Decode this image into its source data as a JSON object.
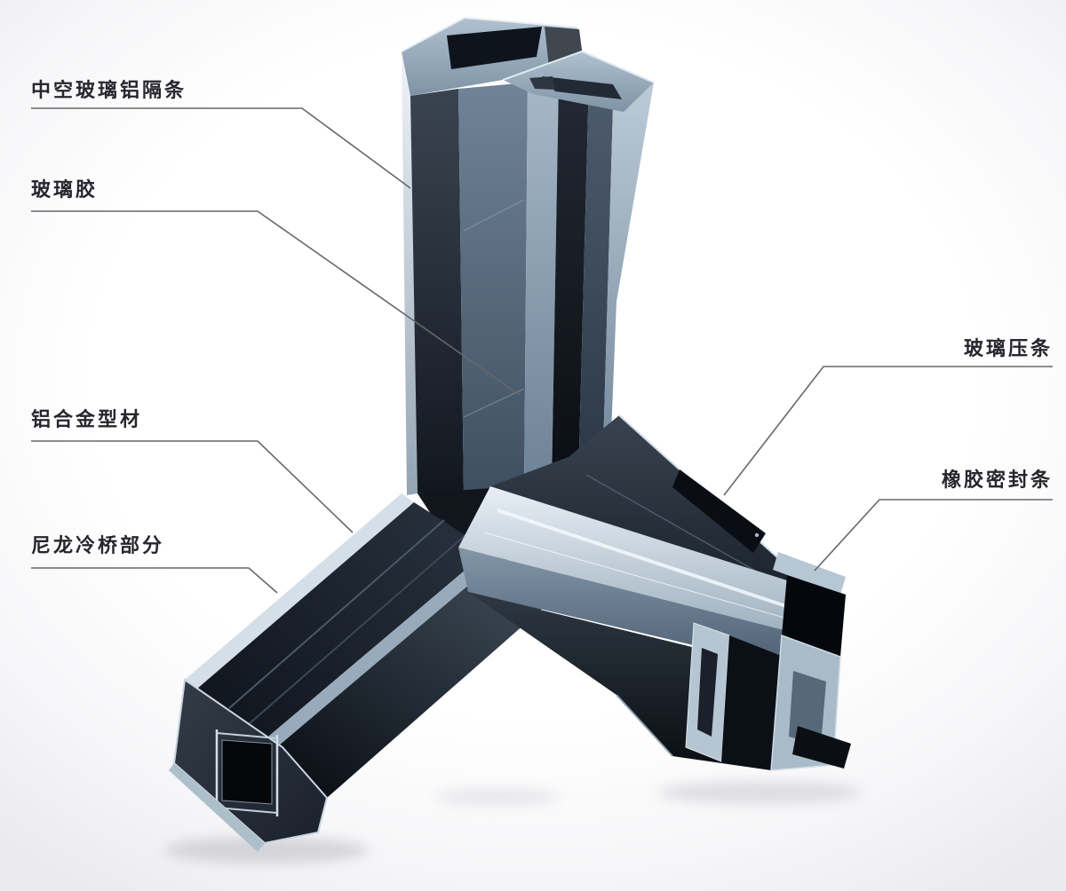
{
  "diagram": {
    "labels": [
      {
        "id": "insulating-glass-spacer",
        "text": "中空玻璃铝隔条",
        "side": "left"
      },
      {
        "id": "glass-sealant",
        "text": "玻璃胶",
        "side": "left"
      },
      {
        "id": "aluminum-profile",
        "text": "铝合金型材",
        "side": "left"
      },
      {
        "id": "nylon-thermal-break",
        "text": "尼龙冷桥部分",
        "side": "left"
      },
      {
        "id": "glazing-bead",
        "text": "玻璃压条",
        "side": "right"
      },
      {
        "id": "rubber-seal",
        "text": "橡胶密封条",
        "side": "right"
      }
    ],
    "colors": {
      "background": "#fafafb",
      "label_text": "#26262e",
      "leader_line": "#66666d",
      "aluminum_light": "#bac9d6",
      "aluminum_mid": "#6e8296",
      "aluminum_dark": "#1a212b",
      "rubber_black": "#05070a"
    }
  }
}
